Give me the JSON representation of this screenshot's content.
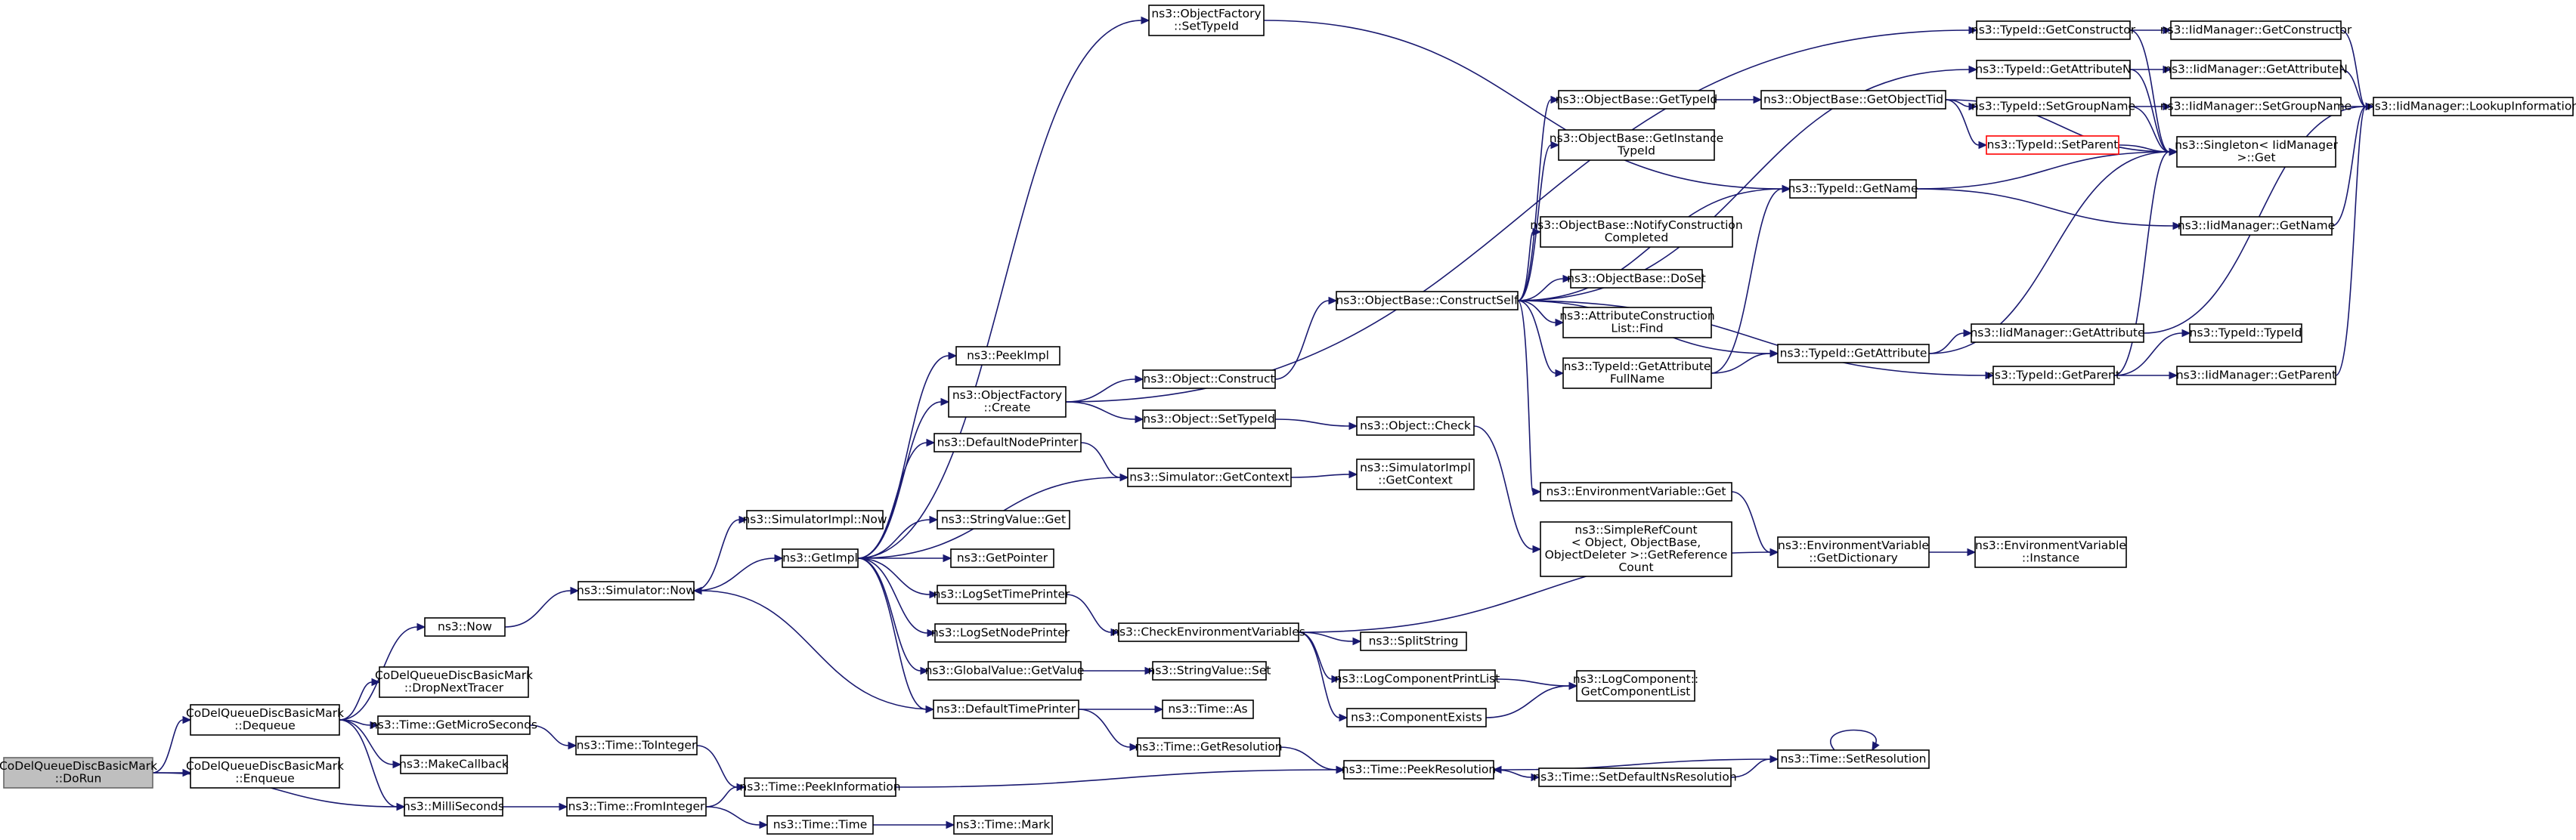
{
  "nodes": [
    {
      "id": "dorun",
      "lines": [
        "CoDelQueueDiscBasicMark",
        "::DoRun"
      ],
      "style": "root"
    },
    {
      "id": "dequeue",
      "lines": [
        "CoDelQueueDiscBasicMark",
        "::Dequeue"
      ]
    },
    {
      "id": "enqueue",
      "lines": [
        "CoDelQueueDiscBasicMark",
        "::Enqueue"
      ]
    },
    {
      "id": "dropnext",
      "lines": [
        "CoDelQueueDiscBasicMark",
        "::DropNextTracer"
      ]
    },
    {
      "id": "now",
      "lines": [
        "ns3::Now"
      ]
    },
    {
      "id": "getmicro",
      "lines": [
        "ns3::Time::GetMicroSeconds"
      ]
    },
    {
      "id": "makecb",
      "lines": [
        "ns3::MakeCallback"
      ]
    },
    {
      "id": "milli",
      "lines": [
        "ns3::MilliSeconds"
      ]
    },
    {
      "id": "simnow",
      "lines": [
        "ns3::Simulator::Now"
      ]
    },
    {
      "id": "simimplnow",
      "lines": [
        "ns3::SimulatorImpl::Now"
      ]
    },
    {
      "id": "toint",
      "lines": [
        "ns3::Time::ToInteger"
      ]
    },
    {
      "id": "fromint",
      "lines": [
        "ns3::Time::FromInteger"
      ]
    },
    {
      "id": "getimpl",
      "lines": [
        "ns3::GetImpl"
      ]
    },
    {
      "id": "peekinfo",
      "lines": [
        "ns3::Time::PeekInformation"
      ]
    },
    {
      "id": "timetime",
      "lines": [
        "ns3::Time::Time"
      ]
    },
    {
      "id": "mark",
      "lines": [
        "ns3::Time::Mark"
      ]
    },
    {
      "id": "setypeid",
      "lines": [
        "ns3::ObjectFactory",
        "::SetTypeId"
      ]
    },
    {
      "id": "peekimpl",
      "lines": [
        "ns3::PeekImpl"
      ]
    },
    {
      "id": "ofcreate",
      "lines": [
        "ns3::ObjectFactory",
        "::Create"
      ]
    },
    {
      "id": "defnodeprinter",
      "lines": [
        "ns3::DefaultNodePrinter"
      ]
    },
    {
      "id": "strget",
      "lines": [
        "ns3::StringValue::Get"
      ]
    },
    {
      "id": "getpointer",
      "lines": [
        "ns3::GetPointer"
      ]
    },
    {
      "id": "logsettime",
      "lines": [
        "ns3::LogSetTimePrinter"
      ]
    },
    {
      "id": "logsetnode",
      "lines": [
        "ns3::LogSetNodePrinter"
      ]
    },
    {
      "id": "gvgetvalue",
      "lines": [
        "ns3::GlobalValue::GetValue"
      ]
    },
    {
      "id": "deftimeprinter",
      "lines": [
        "ns3::DefaultTimePrinter"
      ]
    },
    {
      "id": "objconstruct",
      "lines": [
        "ns3::Object::Construct"
      ]
    },
    {
      "id": "objsettypeid",
      "lines": [
        "ns3::Object::SetTypeId"
      ]
    },
    {
      "id": "simgetctx",
      "lines": [
        "ns3::Simulator::GetContext"
      ]
    },
    {
      "id": "checkenv",
      "lines": [
        "ns3::CheckEnvironmentVariables"
      ]
    },
    {
      "id": "strset",
      "lines": [
        "ns3::StringValue::Set"
      ]
    },
    {
      "id": "timeas",
      "lines": [
        "ns3::Time::As"
      ]
    },
    {
      "id": "getres",
      "lines": [
        "ns3::Time::GetResolution"
      ]
    },
    {
      "id": "objcheck",
      "lines": [
        "ns3::Object::Check"
      ]
    },
    {
      "id": "simimplctx",
      "lines": [
        "ns3::SimulatorImpl",
        "::GetContext"
      ]
    },
    {
      "id": "construct",
      "lines": [
        "ns3::ObjectBase::ConstructSelf"
      ]
    },
    {
      "id": "obgettypeid",
      "lines": [
        "ns3::ObjectBase::GetTypeId"
      ]
    },
    {
      "id": "obgetinst",
      "lines": [
        "ns3::ObjectBase::GetInstance",
        "TypeId"
      ]
    },
    {
      "id": "obnotify",
      "lines": [
        "ns3::ObjectBase::NotifyConstruction",
        "Completed"
      ]
    },
    {
      "id": "obdoset",
      "lines": [
        "ns3::ObjectBase::DoSet"
      ]
    },
    {
      "id": "acfind",
      "lines": [
        "ns3::AttributeConstruction",
        "List::Find"
      ]
    },
    {
      "id": "tidgafn",
      "lines": [
        "ns3::TypeId::GetAttribute",
        "FullName"
      ]
    },
    {
      "id": "envget",
      "lines": [
        "ns3::EnvironmentVariable::Get"
      ]
    },
    {
      "id": "refcount",
      "lines": [
        "ns3::SimpleRefCount",
        "< Object, ObjectBase,",
        "ObjectDeleter >::GetReference",
        "Count"
      ]
    },
    {
      "id": "splitstr",
      "lines": [
        "ns3::SplitString"
      ]
    },
    {
      "id": "lcprintlist",
      "lines": [
        "ns3::LogComponentPrintList"
      ]
    },
    {
      "id": "compexists",
      "lines": [
        "ns3::ComponentExists"
      ]
    },
    {
      "id": "peekres",
      "lines": [
        "ns3::Time::PeekResolution"
      ]
    },
    {
      "id": "setdefres",
      "lines": [
        "ns3::Time::SetDefaultNsResolution"
      ]
    },
    {
      "id": "lcgetlist",
      "lines": [
        "ns3::LogComponent::",
        "GetComponentList"
      ]
    },
    {
      "id": "obgetobjtid",
      "lines": [
        "ns3::ObjectBase::GetObjectTid"
      ]
    },
    {
      "id": "tidgetname",
      "lines": [
        "ns3::TypeId::GetName"
      ]
    },
    {
      "id": "tidgetattr",
      "lines": [
        "ns3::TypeId::GetAttribute"
      ]
    },
    {
      "id": "envdict",
      "lines": [
        "ns3::EnvironmentVariable",
        "::GetDictionary"
      ]
    },
    {
      "id": "timesetres",
      "lines": [
        "ns3::Time::SetResolution"
      ]
    },
    {
      "id": "tidgetctor",
      "lines": [
        "ns3::TypeId::GetConstructor"
      ]
    },
    {
      "id": "tidgetattrn",
      "lines": [
        "ns3::TypeId::GetAttributeN"
      ]
    },
    {
      "id": "tidsetgroup",
      "lines": [
        "ns3::TypeId::SetGroupName"
      ]
    },
    {
      "id": "tidsetparent",
      "lines": [
        "ns3::TypeId::SetParent"
      ],
      "style": "red"
    },
    {
      "id": "tidgetparent",
      "lines": [
        "ns3::TypeId::GetParent"
      ]
    },
    {
      "id": "envinst",
      "lines": [
        "ns3::EnvironmentVariable",
        "::Instance"
      ]
    },
    {
      "id": "idmgetctor",
      "lines": [
        "ns3::IidManager::GetConstructor"
      ]
    },
    {
      "id": "idmgetattrn",
      "lines": [
        "ns3::IidManager::GetAttributeN"
      ]
    },
    {
      "id": "idmsetgroup",
      "lines": [
        "ns3::IidManager::SetGroupName"
      ]
    },
    {
      "id": "singleton",
      "lines": [
        "ns3::Singleton< IidManager",
        ">::Get"
      ]
    },
    {
      "id": "idmgetname",
      "lines": [
        "ns3::IidManager::GetName"
      ]
    },
    {
      "id": "idmgetattr",
      "lines": [
        "ns3::IidManager::GetAttribute"
      ]
    },
    {
      "id": "tidtypeid",
      "lines": [
        "ns3::TypeId::TypeId"
      ]
    },
    {
      "id": "idmgetparent",
      "lines": [
        "ns3::IidManager::GetParent"
      ]
    },
    {
      "id": "lookup",
      "lines": [
        "ns3::IidManager::LookupInformation"
      ]
    }
  ],
  "edges": [
    [
      "dorun",
      "dequeue"
    ],
    [
      "dorun",
      "enqueue"
    ],
    [
      "dorun",
      "milli"
    ],
    [
      "dequeue",
      "now"
    ],
    [
      "dequeue",
      "dropnext"
    ],
    [
      "dequeue",
      "getmicro"
    ],
    [
      "dequeue",
      "makecb"
    ],
    [
      "dequeue",
      "milli"
    ],
    [
      "now",
      "simnow"
    ],
    [
      "getmicro",
      "toint"
    ],
    [
      "milli",
      "fromint"
    ],
    [
      "simnow",
      "simimplnow"
    ],
    [
      "simnow",
      "getimpl"
    ],
    [
      "toint",
      "peekinfo"
    ],
    [
      "fromint",
      "peekinfo"
    ],
    [
      "fromint",
      "timetime"
    ],
    [
      "timetime",
      "mark"
    ],
    [
      "getimpl",
      "setypeid"
    ],
    [
      "getimpl",
      "peekimpl"
    ],
    [
      "getimpl",
      "ofcreate"
    ],
    [
      "getimpl",
      "defnodeprinter"
    ],
    [
      "getimpl",
      "strget"
    ],
    [
      "getimpl",
      "getpointer"
    ],
    [
      "getimpl",
      "logsettime"
    ],
    [
      "getimpl",
      "logsetnode"
    ],
    [
      "getimpl",
      "gvgetvalue"
    ],
    [
      "getimpl",
      "deftimeprinter"
    ],
    [
      "getimpl",
      "simgetctx"
    ],
    [
      "deftimeprinter",
      "simnow"
    ],
    [
      "defnodeprinter",
      "simgetctx"
    ],
    [
      "ofcreate",
      "objconstruct"
    ],
    [
      "ofcreate",
      "objsettypeid"
    ],
    [
      "ofcreate",
      "tidgetctor"
    ],
    [
      "setypeid",
      "tidgetname"
    ],
    [
      "logsettime",
      "checkenv"
    ],
    [
      "gvgetvalue",
      "strset"
    ],
    [
      "deftimeprinter",
      "timeas"
    ],
    [
      "deftimeprinter",
      "getres"
    ],
    [
      "objconstruct",
      "construct"
    ],
    [
      "objsettypeid",
      "objcheck"
    ],
    [
      "simgetctx",
      "simimplctx"
    ],
    [
      "objcheck",
      "refcount"
    ],
    [
      "checkenv",
      "splitstr"
    ],
    [
      "checkenv",
      "lcprintlist"
    ],
    [
      "checkenv",
      "compexists"
    ],
    [
      "checkenv",
      "envdict"
    ],
    [
      "getres",
      "peekres"
    ],
    [
      "peekinfo",
      "peekres"
    ],
    [
      "construct",
      "obgettypeid"
    ],
    [
      "construct",
      "obgetinst"
    ],
    [
      "construct",
      "obnotify"
    ],
    [
      "construct",
      "obdoset"
    ],
    [
      "construct",
      "acfind"
    ],
    [
      "construct",
      "tidgafn"
    ],
    [
      "construct",
      "envget"
    ],
    [
      "construct",
      "tidgetname"
    ],
    [
      "construct",
      "tidgetattr"
    ],
    [
      "construct",
      "tidgetparent"
    ],
    [
      "construct",
      "tidgetattrn"
    ],
    [
      "obgettypeid",
      "obgetobjtid"
    ],
    [
      "obgetobjtid",
      "tidsetgroup"
    ],
    [
      "obgetobjtid",
      "tidsetparent"
    ],
    [
      "obgetobjtid",
      "singleton"
    ],
    [
      "tidgafn",
      "tidgetname"
    ],
    [
      "tidgafn",
      "tidgetattr"
    ],
    [
      "envget",
      "envdict"
    ],
    [
      "envdict",
      "envinst"
    ],
    [
      "lcprintlist",
      "lcgetlist"
    ],
    [
      "compexists",
      "lcgetlist"
    ],
    [
      "peekres",
      "setdefres"
    ],
    [
      "setdefres",
      "timesetres"
    ],
    [
      "timesetres",
      "peekres"
    ],
    [
      "timesetres",
      "timesetres"
    ],
    [
      "tidgetname",
      "idmgetname"
    ],
    [
      "tidgetname",
      "singleton"
    ],
    [
      "tidgetattr",
      "idmgetattr"
    ],
    [
      "tidgetattr",
      "singleton"
    ],
    [
      "tidgetctor",
      "idmgetctor"
    ],
    [
      "tidgetctor",
      "singleton"
    ],
    [
      "tidgetattrn",
      "idmgetattrn"
    ],
    [
      "tidgetattrn",
      "singleton"
    ],
    [
      "tidsetgroup",
      "idmsetgroup"
    ],
    [
      "tidsetgroup",
      "singleton"
    ],
    [
      "tidsetparent",
      "singleton"
    ],
    [
      "tidgetparent",
      "tidtypeid"
    ],
    [
      "tidgetparent",
      "idmgetparent"
    ],
    [
      "tidgetparent",
      "singleton"
    ],
    [
      "idmgetctor",
      "lookup"
    ],
    [
      "idmgetattrn",
      "lookup"
    ],
    [
      "idmsetgroup",
      "lookup"
    ],
    [
      "idmgetname",
      "lookup"
    ],
    [
      "idmgetparent",
      "lookup"
    ],
    [
      "idmgetattr",
      "lookup"
    ]
  ]
}
